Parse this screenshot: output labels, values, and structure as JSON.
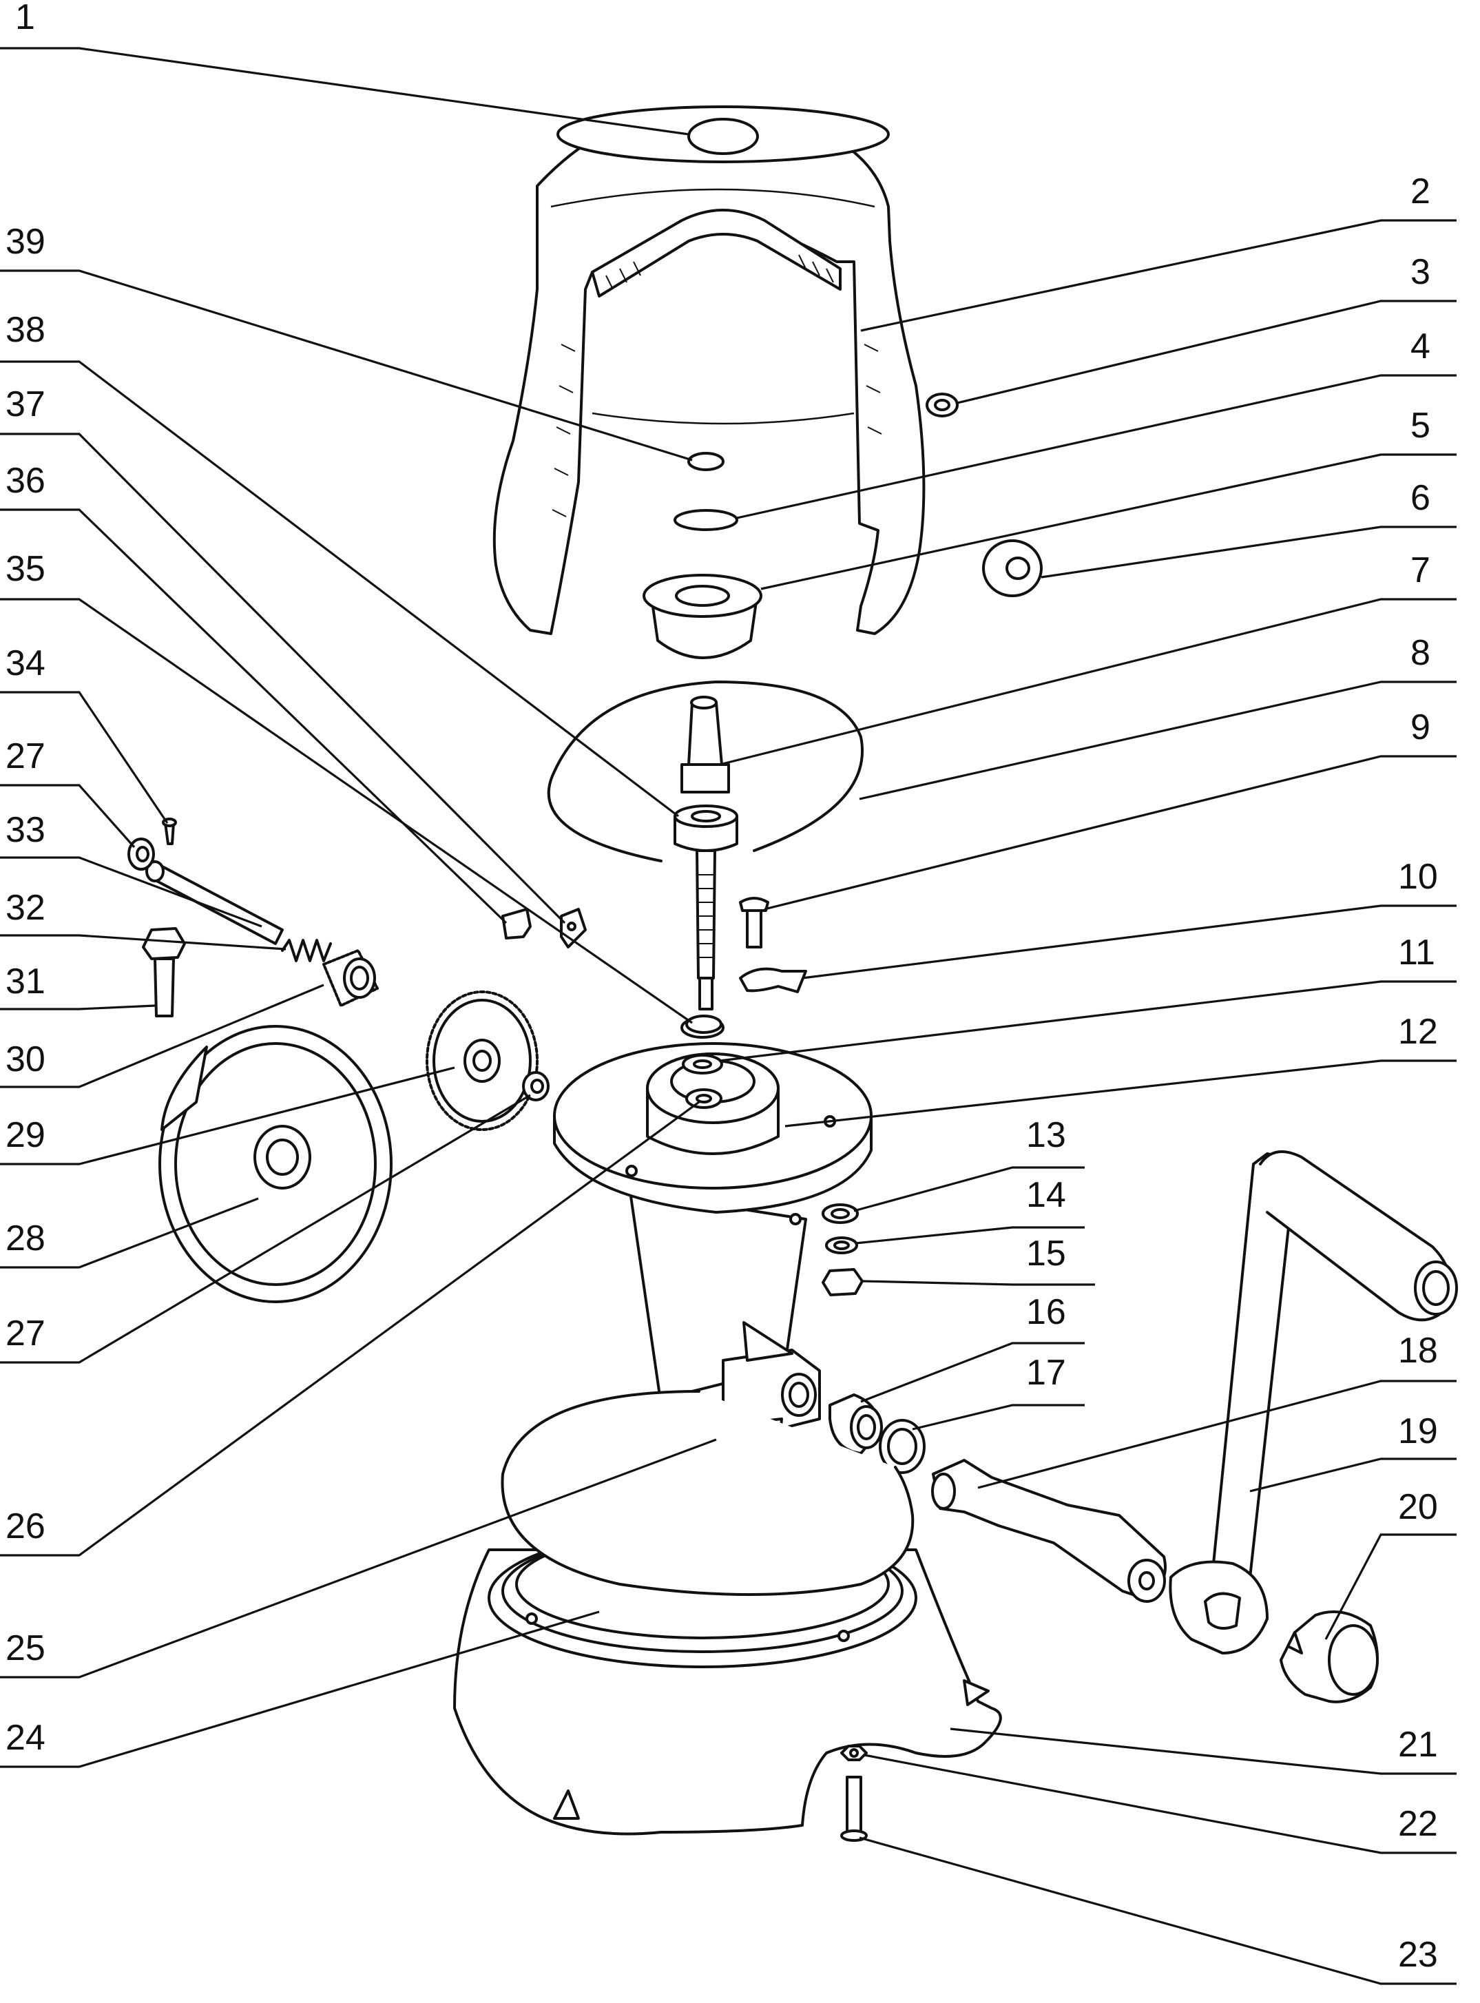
{
  "left_labels": [
    {
      "id": "1",
      "text": "1"
    },
    {
      "id": "39",
      "text": "39"
    },
    {
      "id": "38",
      "text": "38"
    },
    {
      "id": "37",
      "text": "37"
    },
    {
      "id": "36",
      "text": "36"
    },
    {
      "id": "35",
      "text": "35"
    },
    {
      "id": "34",
      "text": "34"
    },
    {
      "id": "27a",
      "text": "27"
    },
    {
      "id": "33",
      "text": "33"
    },
    {
      "id": "32",
      "text": "32"
    },
    {
      "id": "31",
      "text": "31"
    },
    {
      "id": "30",
      "text": "30"
    },
    {
      "id": "29",
      "text": "29"
    },
    {
      "id": "28",
      "text": "28"
    },
    {
      "id": "27b",
      "text": "27"
    },
    {
      "id": "26",
      "text": "26"
    },
    {
      "id": "25",
      "text": "25"
    },
    {
      "id": "24",
      "text": "24"
    }
  ],
  "right_labels": [
    {
      "id": "2",
      "text": "2"
    },
    {
      "id": "3",
      "text": "3"
    },
    {
      "id": "4",
      "text": "4"
    },
    {
      "id": "5",
      "text": "5"
    },
    {
      "id": "6",
      "text": "6"
    },
    {
      "id": "7",
      "text": "7"
    },
    {
      "id": "8",
      "text": "8"
    },
    {
      "id": "9",
      "text": "9"
    },
    {
      "id": "10",
      "text": "10"
    },
    {
      "id": "11",
      "text": "11"
    },
    {
      "id": "12",
      "text": "12"
    },
    {
      "id": "13",
      "text": "13"
    },
    {
      "id": "14",
      "text": "14"
    },
    {
      "id": "15",
      "text": "15"
    },
    {
      "id": "16",
      "text": "16"
    },
    {
      "id": "17",
      "text": "17"
    },
    {
      "id": "18",
      "text": "18"
    },
    {
      "id": "19",
      "text": "19"
    },
    {
      "id": "20",
      "text": "20"
    },
    {
      "id": "21",
      "text": "21"
    },
    {
      "id": "22",
      "text": "22"
    },
    {
      "id": "23",
      "text": "23"
    }
  ]
}
